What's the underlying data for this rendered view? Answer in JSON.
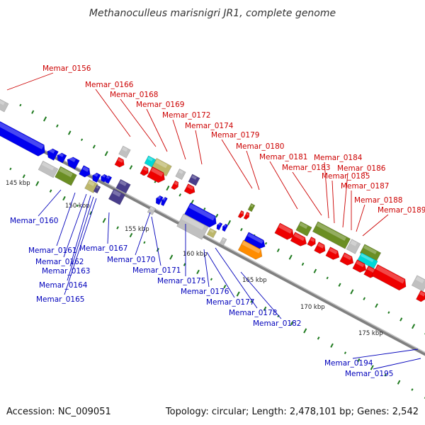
{
  "title": "Methanoculleus marisnigri JR1, complete genome",
  "footer": {
    "accession": "Accession: NC_009051",
    "topology": "Topology: circular; Length: 2,478,101 bp; Genes: 2,542"
  },
  "colors": {
    "backbone": "#8c8c8c",
    "forward_label": "#cc0000",
    "reverse_label": "#0000bb",
    "gc_marks": "#1f7a1f",
    "gene_red": "#ee0000",
    "gene_blue": "#0000ee",
    "gene_olive": "#6b8e23",
    "gene_khaki": "#bdb76b",
    "gene_grey": "#c0c0c0",
    "gene_cyan": "#00d8d8",
    "gene_orange": "#ff8c00",
    "gene_slate": "#483d8b"
  },
  "ticks": [
    "145 kbp",
    "150 kbp",
    "155 kbp",
    "160 kbp",
    "165 kbp",
    "170 kbp",
    "175 kbp"
  ],
  "forward_labels": [
    "Memar_0156",
    "Memar_0166",
    "Memar_0168",
    "Memar_0169",
    "Memar_0172",
    "Memar_0174",
    "Memar_0179",
    "Memar_0180",
    "Memar_0181",
    "Memar_0183",
    "Memar_0184",
    "Memar_0186",
    "Memar_0185",
    "Memar_0187",
    "Memar_0188",
    "Memar_0189"
  ],
  "reverse_labels": [
    "Memar_0160",
    "Memar_0161",
    "Memar_0162",
    "Memar_0163",
    "Memar_0164",
    "Memar_0165",
    "Memar_0167",
    "Memar_0170",
    "Memar_0171",
    "Memar_0175",
    "Memar_0176",
    "Memar_0177",
    "Memar_0178",
    "Memar_0182",
    "Memar_0194",
    "Memar_0195"
  ]
}
